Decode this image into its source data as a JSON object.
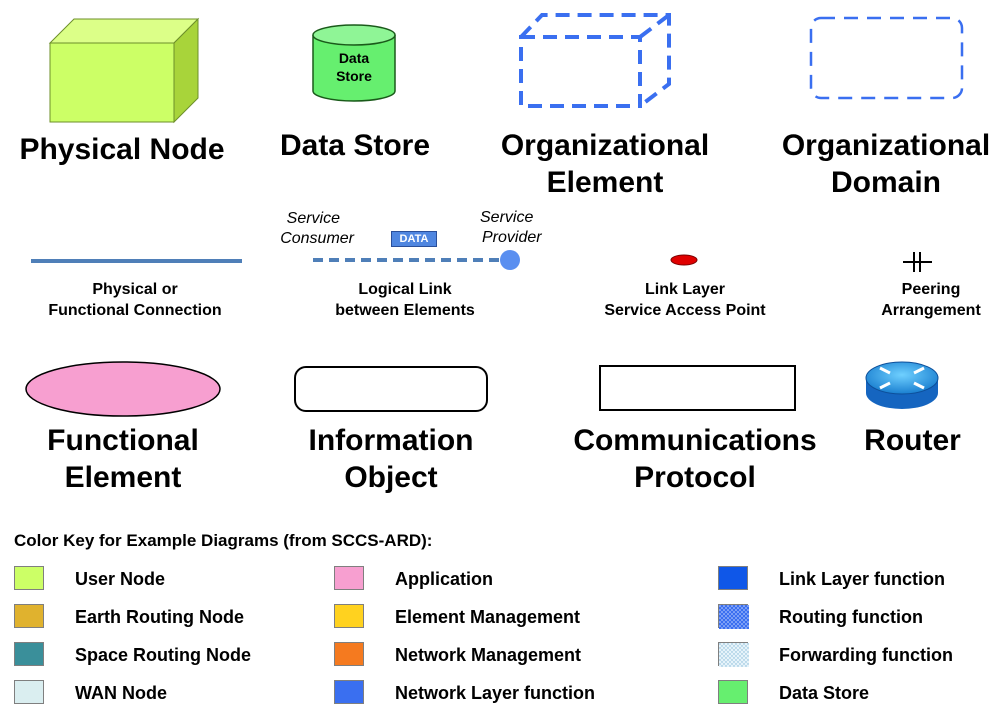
{
  "symbols": {
    "physical_node": "Physical Node",
    "data_store": "Data Store",
    "data_store_icon_line1": "Data",
    "data_store_icon_line2": "Store",
    "organizational_element": [
      "Organizational",
      "Element"
    ],
    "organizational_domain": [
      "Organizational",
      "Domain"
    ],
    "physical_connection": [
      "Physical or",
      "Functional Connection"
    ],
    "logical_link": [
      "Logical Link",
      "between Elements"
    ],
    "service_consumer": [
      "Service",
      "Consumer"
    ],
    "service_provider": [
      "Service",
      "Provider"
    ],
    "data_tag": "DATA",
    "link_layer_sap": [
      "Link Layer",
      "Service Access Point"
    ],
    "peering_arrangement": [
      "Peering",
      "Arrangement"
    ],
    "functional_element": [
      "Functional",
      "Element"
    ],
    "information_object": [
      "Information",
      "Object"
    ],
    "communications_protocol": [
      "Communications",
      "Protocol"
    ],
    "router": "Router"
  },
  "color_key": {
    "title": "Color Key for Example Diagrams (from SCCS-ARD):",
    "columns": [
      [
        {
          "label": "User Node",
          "color": "#ccff66"
        },
        {
          "label": "Earth Routing Node",
          "color": "#e0b22e"
        },
        {
          "label": "Space Routing Node",
          "color": "#3a8f9a"
        },
        {
          "label": "WAN Node",
          "color": "#daeef0"
        }
      ],
      [
        {
          "label": "Application",
          "color": "#f79fd0"
        },
        {
          "label": "Element Management",
          "color": "#ffd21f"
        },
        {
          "label": "Network Management",
          "color": "#f57a1f"
        },
        {
          "label": "Network Layer function",
          "color": "#3a6ff0"
        }
      ],
      [
        {
          "label": "Link Layer function",
          "color": "#0f57e8",
          "pattern": "solid"
        },
        {
          "label": "Routing function",
          "color": "#3a6ff0",
          "pattern": "dense-dots"
        },
        {
          "label": "Forwarding function",
          "color": "#cfe8f5",
          "pattern": "sparse-dots"
        },
        {
          "label": "Data Store",
          "color": "#66ef6f",
          "pattern": "solid"
        }
      ]
    ]
  }
}
